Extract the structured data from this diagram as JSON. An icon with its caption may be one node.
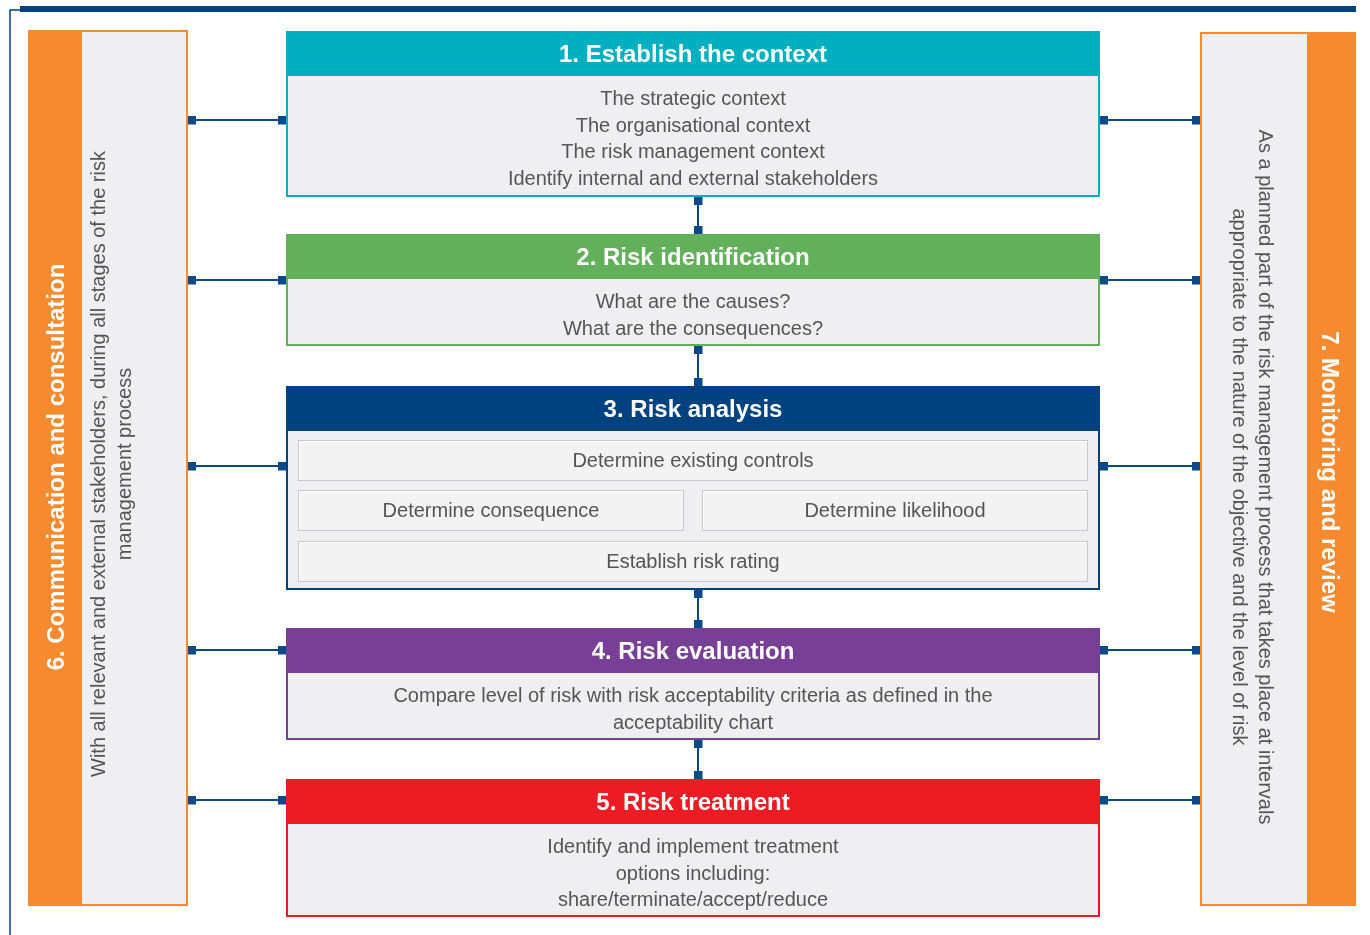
{
  "diagram": {
    "nodes": [
      {
        "text": [
          "6.  Communication and consultation",
          "With all relevant and external stakeholders, during all stages of the risk management process"
        ]
      },
      {
        "text": [
          "1.  Establish the context",
          "The strategic context",
          "The organisational context",
          "The risk management context",
          "Identify internal and external stakeholders"
        ]
      },
      {
        "text": [
          "2.  Risk identification",
          "What are the causes?",
          "What are the consequences?"
        ]
      },
      {
        "text": [
          "3.  Risk analysis"
        ]
      },
      {
        "text": [
          "Determine existing controls"
        ],
        "in": 3
      },
      {
        "text": [
          "Determine consequence"
        ],
        "in": 3
      },
      {
        "text": [
          "Determine likelihood"
        ],
        "in": 3
      },
      {
        "text": [
          "Establish risk rating"
        ],
        "in": 3
      },
      {
        "text": [
          "4.  Risk evaluation",
          "Compare level of risk with risk acceptability criteria as defined in the acceptability chart"
        ]
      },
      {
        "text": [
          "5.  Risk treatment",
          "Identify and implement treatment options including: share/terminate/accept/reduce"
        ]
      },
      {
        "text": [
          "7.  Monitoring and review",
          "As a planned part of the risk management process that takes place at intervals appropriate to the nature of the objective and the level of risk"
        ]
      }
    ],
    "edges": [
      {
        "from": 0,
        "to": 1,
        "arrow": "other"
      },
      {
        "from": 0,
        "to": 2,
        "arrow": "other"
      },
      {
        "from": 0,
        "to": 3,
        "arrow": "other"
      },
      {
        "from": 0,
        "to": 8,
        "arrow": "other"
      },
      {
        "from": 0,
        "to": 9,
        "arrow": "other"
      },
      {
        "from": 1,
        "to": 2,
        "arrow": "other"
      },
      {
        "from": 2,
        "to": 3,
        "arrow": "other"
      },
      {
        "from": 3,
        "to": 8,
        "arrow": "other"
      },
      {
        "from": 8,
        "to": 9,
        "arrow": "other"
      },
      {
        "from": 1,
        "to": 10,
        "arrow": "other"
      },
      {
        "from": 2,
        "to": 10,
        "arrow": "other"
      },
      {
        "from": 3,
        "to": 10,
        "arrow": "other"
      },
      {
        "from": 8,
        "to": 10,
        "arrow": "other"
      },
      {
        "from": 9,
        "to": 10,
        "arrow": "other"
      }
    ]
  }
}
